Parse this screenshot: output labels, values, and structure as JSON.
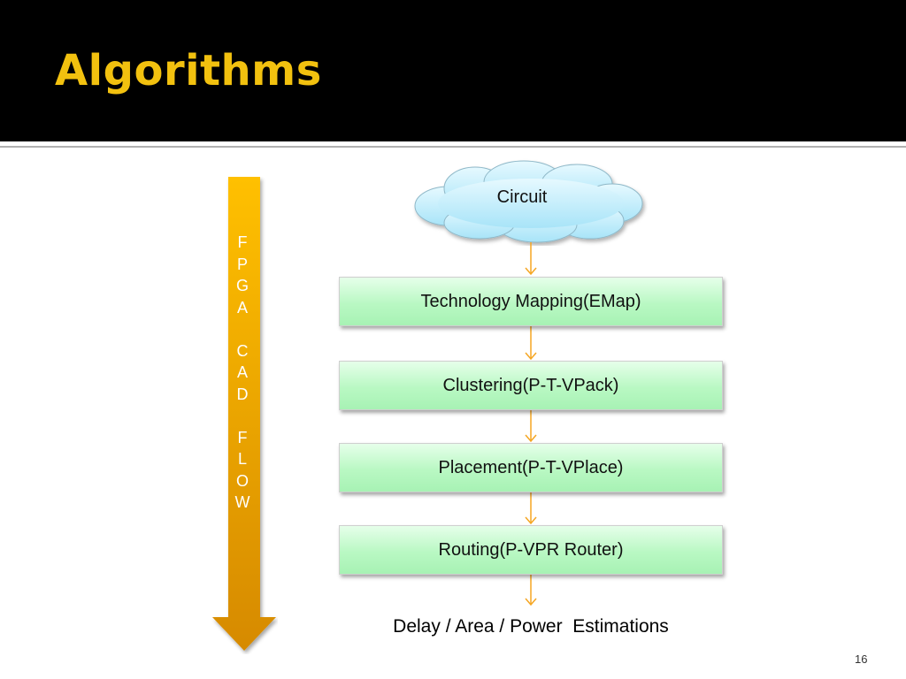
{
  "slide": {
    "title": "Algorithms",
    "number": "16"
  },
  "side_arrow": {
    "letters": [
      "F",
      "P",
      "G",
      "A",
      "",
      "C",
      "A",
      "D",
      "",
      "F",
      "L",
      "O",
      "W"
    ],
    "color_top": "#ffc000",
    "color_bottom": "#d68a00"
  },
  "flow": {
    "start": "Circuit",
    "steps": [
      "Technology Mapping(EMap)",
      "Clustering(P-T-VPack)",
      "Placement(P-T-VPlace)",
      "Routing(P-VPR Router)"
    ],
    "end": "Delay / Area / Power  Estimations",
    "connector_color": "#f5a623"
  },
  "colors": {
    "header_bg": "#000000",
    "title": "#f2c10f",
    "cloud_fill": "#a8e4f8",
    "step_fill": "#b9f8c3"
  }
}
